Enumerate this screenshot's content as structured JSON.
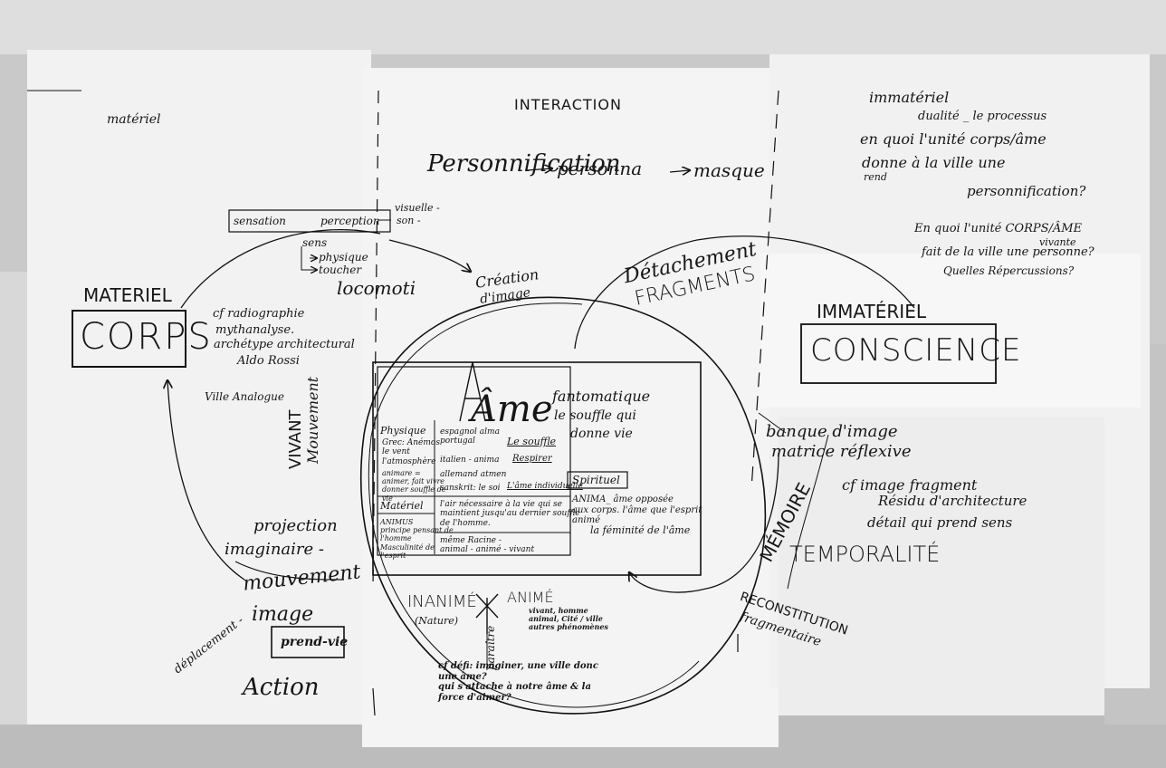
{
  "headers": {
    "left": "matériel",
    "center": "INTERACTION",
    "right": "immatériel"
  },
  "right_questions": {
    "q1_line1": "dualité _ le processus",
    "q1_line2": "en quoi l'unité corps/âme",
    "q1_line3": "donne à la ville une",
    "q1_line3_alt": "rend",
    "q1_line4": "personnification?",
    "q2_line1": "En quoi l'unité CORPS/ÂME",
    "q2_line2": "fait de la ville une personne?",
    "q2_line2_alt": "vivante",
    "q2_line3": "Quelles Répercussions?"
  },
  "center_chain": {
    "personnification": "Personnification",
    "personna": "personna",
    "masque": "masque"
  },
  "left_block": {
    "materiel_label": "MATERIEL",
    "corps": "CORPS",
    "cf_line1": "cf radiographie",
    "cf_line2": "mythanalyse.",
    "cf_line3": "archétype architectural",
    "cf_line4": "Aldo Rossi",
    "ville_analogue": "Ville Analogue",
    "vivant": "VIVANT",
    "mouvement_vertical": "Mouvement"
  },
  "sensation_chain": {
    "sensation": "sensation",
    "perception": "perception",
    "visuelle": "visuelle -",
    "son": "son -",
    "sens": "sens",
    "physique": "physique",
    "toucher": "toucher",
    "locomotion": "locomoti",
    "creation_1": "Création",
    "creation_2": "d'image"
  },
  "right_block": {
    "detachement": "Détachement",
    "fragments": "FRAGMENTS",
    "immateriel_label": "IMMATÉRIEL",
    "conscience": "CONSCIENCE",
    "banque": "banque d'image",
    "matrice": "matrice réflexive",
    "cf_image_1": "cf image fragment",
    "cf_image_2": "Résidu d'architecture",
    "detail": "détail qui prend sens",
    "memoire": "MÉMOIRE",
    "temporalite": "TEMPORALITÉ",
    "reconstitution": "RECONSTITUTION",
    "fragmentaire": "fragmentaire"
  },
  "left_bottom": {
    "projection": "projection",
    "imaginaire": "imaginaire -",
    "mouvement": "mouvement",
    "deplacement": "déplacement -",
    "image": "image",
    "prend_vie": "prend-vie",
    "action": "Action"
  },
  "ame_box": {
    "ame": "Âme",
    "fantomatique": "fantomatique",
    "souffle_qui": "le souffle qui",
    "donne_vie": "donne vie",
    "physique_label": "Physique",
    "grec_col": "Grec: Anémos\nle vent\nl'atmosphère",
    "animare_col": "animare =\nanimer, fait vivre\ndonner souffle de\nvie",
    "esp_col": "espagnol alma\nportugal",
    "le_souffle": "Le souffle",
    "italien": "italien - anima",
    "respirer": "Respirer",
    "allemand": "allemand atmen",
    "ame_individuelle": "L'âme individuelle",
    "sanskrit": "sanskrit: le soi",
    "materiel_label": "Matériel",
    "animus_col": "ANIMUS\nprincipe pensant de\nl'homme\nMasculinité de\nl'esprit",
    "air_necessaire": "l'air nécessaire à la vie qui se\nmaintient jusqu'au dernier souffle\nde l'homme.",
    "meme_racine": "même Racine -\nanimal - animé - vivant",
    "spirituel": "Spirituel",
    "anima": "ANIMA_ âme opposée\naux corps. l'âme que l'esprit\nanimé",
    "feminite": "la féminité de l'âme"
  },
  "bottom_center": {
    "inanime": "INANIMÉ",
    "nature": "(Nature)",
    "anime": "ANIMÉ",
    "anime_detail": "vivant, homme\nanimal, Cité / ville\nautres phénomènes",
    "paraitre": "paraître",
    "cf_defi": "cf défi: imaginer, une ville donc\nune âme?\nqui s'attache à notre âme & la\nforce d'aimer?"
  }
}
